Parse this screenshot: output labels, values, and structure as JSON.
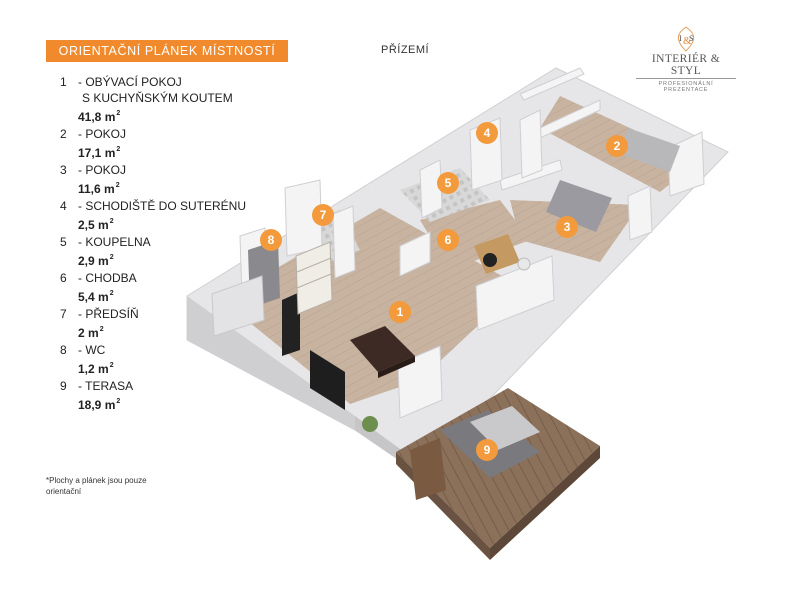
{
  "header": {
    "title": "ORIENTAČNÍ PLÁNEK MÍSTNOSTÍ",
    "floor": "PŘÍZEMÍ"
  },
  "logo": {
    "monogram": "I&S",
    "name": "INTERIÉR & STYL",
    "tagline": "PROFESIONÁLNÍ PREZENTACE"
  },
  "rooms": [
    {
      "num": "1",
      "name_lines": [
        "- OBÝVACÍ POKOJ",
        "S KUCHYŇSKÝM KOUTEM"
      ],
      "area": "41,8 m"
    },
    {
      "num": "2",
      "name_lines": [
        "- POKOJ"
      ],
      "area": "17,1 m"
    },
    {
      "num": "3",
      "name_lines": [
        "- POKOJ"
      ],
      "area": "11,6 m"
    },
    {
      "num": "4",
      "name_lines": [
        "- SCHODIŠTĚ DO SUTERÉNU"
      ],
      "area": "2,5 m"
    },
    {
      "num": "5",
      "name_lines": [
        "- KOUPELNA"
      ],
      "area": "2,9 m"
    },
    {
      "num": "6",
      "name_lines": [
        "- CHODBA"
      ],
      "area": "5,4 m"
    },
    {
      "num": "7",
      "name_lines": [
        "- PŘEDSÍŇ"
      ],
      "area": "2 m"
    },
    {
      "num": "8",
      "name_lines": [
        "- WC"
      ],
      "area": "1,2 m"
    },
    {
      "num": "9",
      "name_lines": [
        "- TERASA"
      ],
      "area": "18,9 m"
    }
  ],
  "area_unit_sup": "2",
  "footnote": "*Plochy  a plánek jsou pouze orientační",
  "colors": {
    "accent": "#f08a2c",
    "marker": "#f39a3c",
    "floor_wood": "#c9b6a4",
    "wall": "#e9e9ea",
    "terrace": "#8a6f58"
  }
}
